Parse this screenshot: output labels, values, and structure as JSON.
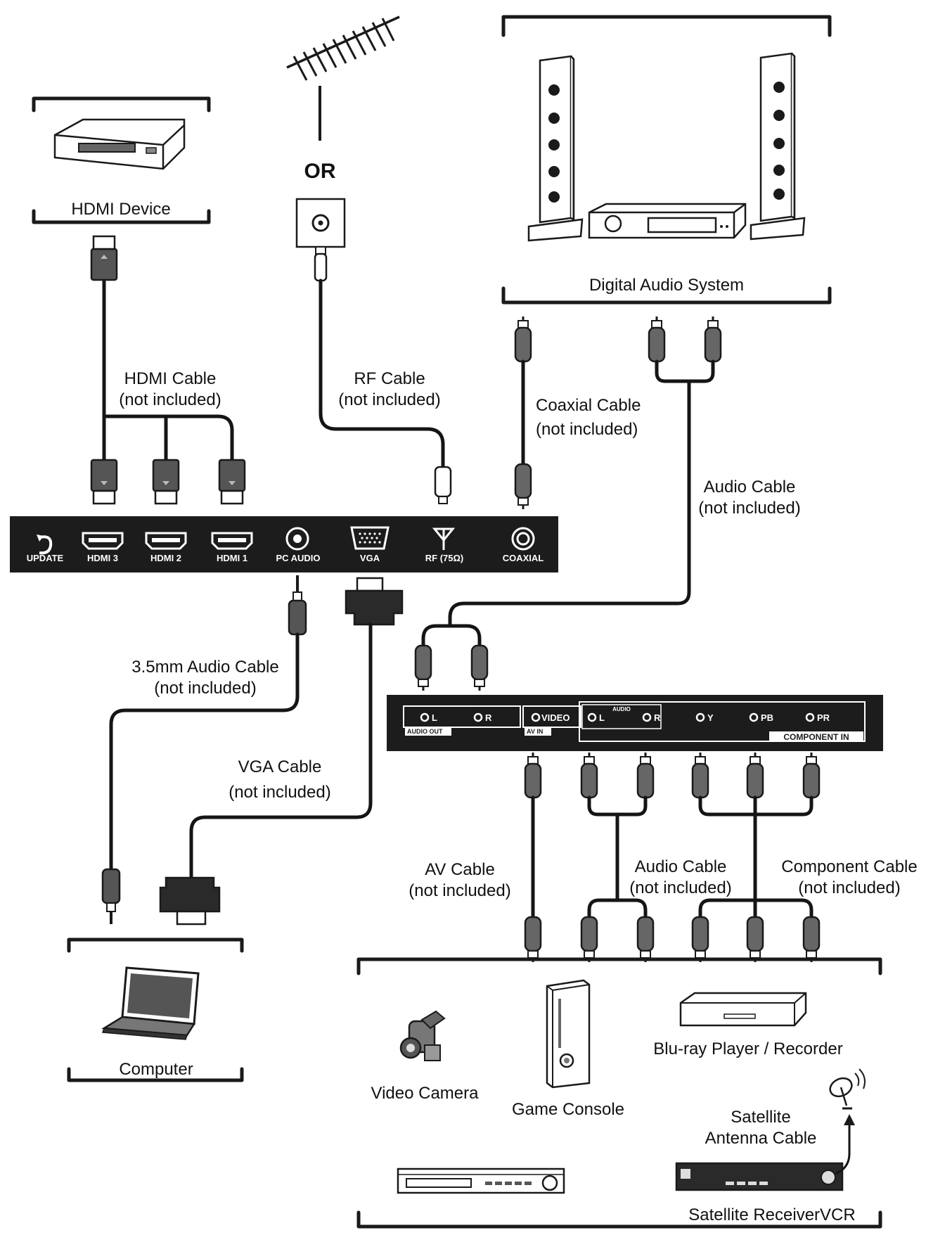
{
  "devices": {
    "hdmi_device": "HDMI Device",
    "or_text": "OR",
    "digital_audio_system": "Digital Audio System",
    "computer": "Computer",
    "video_camera": "Video Camera",
    "game_console": "Game Console",
    "bluray": "Blu-ray Player / Recorder",
    "satellite_antenna_cable_line1": "Satellite",
    "satellite_antenna_cable_line2": "Antenna Cable",
    "satellite_receiver_vcr": "Satellite ReceiverVCR"
  },
  "cables": {
    "hdmi": [
      "HDMI Cable",
      "(not included)"
    ],
    "rf": [
      "RF Cable",
      "(not included)"
    ],
    "coaxial": [
      "Coaxial Cable",
      "(not included)"
    ],
    "audio_top": [
      "Audio Cable",
      "(not included)"
    ],
    "audio_35mm": [
      "3.5mm Audio Cable",
      "(not included)"
    ],
    "vga": [
      "VGA Cable",
      "(not included)"
    ],
    "av": [
      "AV Cable",
      "(not included)"
    ],
    "audio_bottom": [
      "Audio Cable",
      "(not included)"
    ],
    "component": [
      "Component Cable",
      "(not included)"
    ]
  },
  "top_panel": {
    "ports": [
      "UPDATE",
      "HDMI 3",
      "HDMI 2",
      "HDMI 1",
      "PC  AUDIO",
      "VGA",
      "RF (75Ω)",
      "COAXIAL"
    ]
  },
  "side_panel": {
    "audio_out_l": "L",
    "audio_out_r": "R",
    "audio_out_tag": "AUDIO OUT",
    "video": "VIDEO",
    "av_in_tag": "AV IN",
    "audio_tag": "AUDIO",
    "av_l": "L",
    "av_r": "R",
    "y": "Y",
    "pb": "PB",
    "pr": "PR",
    "component_in_tag": "COMPONENT IN"
  }
}
